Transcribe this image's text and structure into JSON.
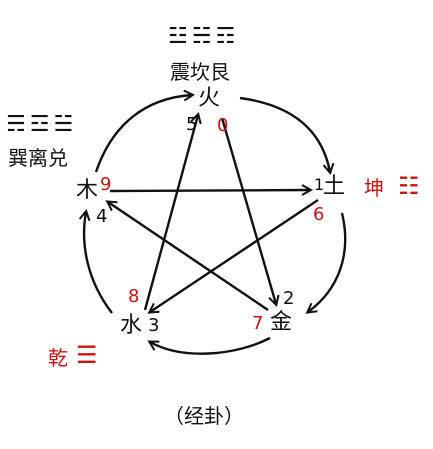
{
  "colors": {
    "black": "#111111",
    "red": "#cc1111"
  },
  "top_group": {
    "trigrams": "☳☵☶",
    "names": "震坎艮"
  },
  "left_group": {
    "trigrams": "☴☲☱",
    "names": "巽离兑"
  },
  "qian": {
    "name": "乾",
    "trigram": "☰"
  },
  "kun": {
    "name": "坤",
    "trigram": "☷"
  },
  "nodes": {
    "fire": {
      "element": "火",
      "black_num": "5",
      "red_num": "0"
    },
    "earth": {
      "element": "土",
      "black_num": "1",
      "red_num": "6"
    },
    "metal": {
      "element": "金",
      "black_num": "2",
      "red_num": "7"
    },
    "water": {
      "element": "水",
      "black_num": "3",
      "red_num": "8"
    },
    "wood": {
      "element": "木",
      "black_num": "4",
      "red_num": "9"
    }
  },
  "caption": "（经卦）"
}
